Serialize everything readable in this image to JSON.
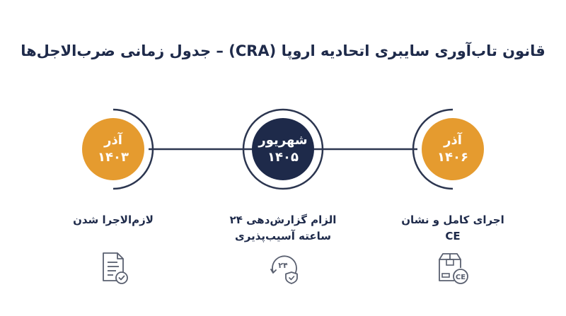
{
  "title": "قانون تاب‌آوری سایبری اتحادیه اروپا (CRA) – جدول زمانی ضرب‌الاجل‌ها",
  "milestones": [
    {
      "month": "آذر",
      "year": "۱۴۰۳",
      "label": "لازم‌الاجرا شدن",
      "icon": "document-check-icon",
      "color": "#e59b2f"
    },
    {
      "month": "شهریور",
      "year": "۱۴۰۵",
      "label_line1": "الزام گزارش‌دهی ۲۴",
      "label_line2": "ساعته آسیب‌پذیری",
      "icon": "24h-shield-icon",
      "icon_text": "۲۴",
      "color": "#1e2a4a"
    },
    {
      "month": "آذر",
      "year": "۱۴۰۶",
      "label_line1": "اجرای کامل و نشان",
      "label_line2": "CE",
      "icon": "box-ce-icon",
      "icon_text": "CE",
      "color": "#e59b2f"
    }
  ],
  "colors": {
    "line": "#2c3650",
    "text": "#1e2a4a",
    "icon": "#5a6070"
  }
}
